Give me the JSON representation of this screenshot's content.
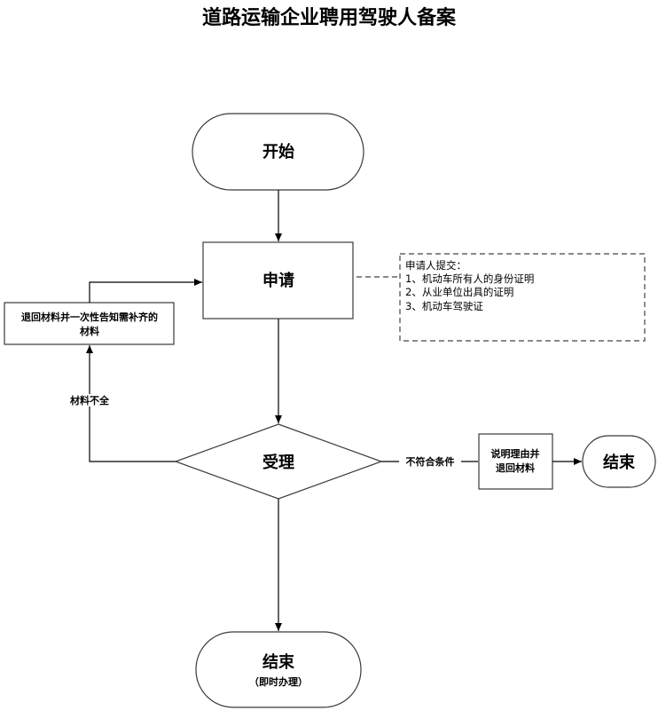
{
  "title": "道路运输企业聘用驾驶人备案",
  "nodes": {
    "start": {
      "label": "开始"
    },
    "apply": {
      "label": "申请"
    },
    "return_materials": {
      "line1": "退回材料并一次性告知需补齐的",
      "line2": "材料"
    },
    "accept": {
      "label": "受理"
    },
    "explain_return": {
      "line1": "说明理由并",
      "line2": "退回材料"
    },
    "end_reject": {
      "label": "结束"
    },
    "end_final": {
      "label": "结束",
      "sublabel": "（即时办理）"
    }
  },
  "note": {
    "heading": "申请人提交：",
    "items": [
      "1、机动车所有人的身份证明",
      "2、从业单位出具的证明",
      "3、机动车驾驶证"
    ]
  },
  "edge_labels": {
    "incomplete": "材料不全",
    "not_qualified": "不符合条件"
  },
  "colors": {
    "stroke": "#3a3a3a",
    "background": "#ffffff"
  }
}
